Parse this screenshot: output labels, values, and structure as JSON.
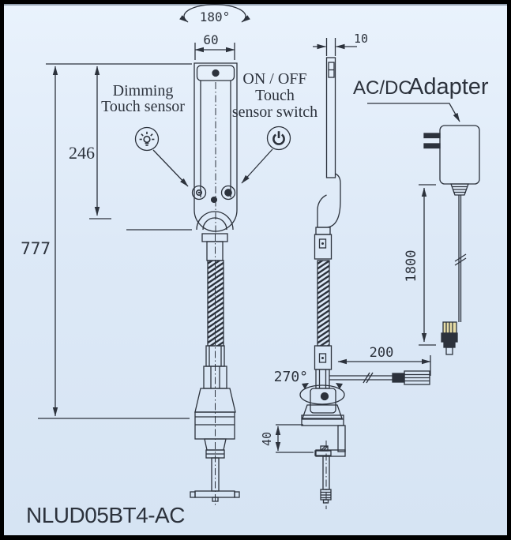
{
  "title_block": {
    "model": "NLUD05BT4-AC"
  },
  "callouts": {
    "dimming": {
      "line1": "Dimming",
      "line2": "Touch sensor"
    },
    "onoff": {
      "line1": "ON / OFF",
      "line2": "Touch",
      "line3": "sensor switch"
    },
    "adapter": {
      "prefix": "AC/DC",
      "name": "Adapter"
    }
  },
  "dimensions": {
    "head_rotation": "180°",
    "head_width": "60",
    "head_thickness": "10",
    "head_length": "246",
    "overall_height": "777",
    "adapter_cord_length": "1800",
    "base_cord_length": "200",
    "base_rotation": "270°",
    "clamp_capacity": "40"
  },
  "colors": {
    "line": "#2c323c",
    "background_top": "#e9f2fc",
    "background_bottom": "#d6e4f3",
    "frame": "#000000"
  }
}
